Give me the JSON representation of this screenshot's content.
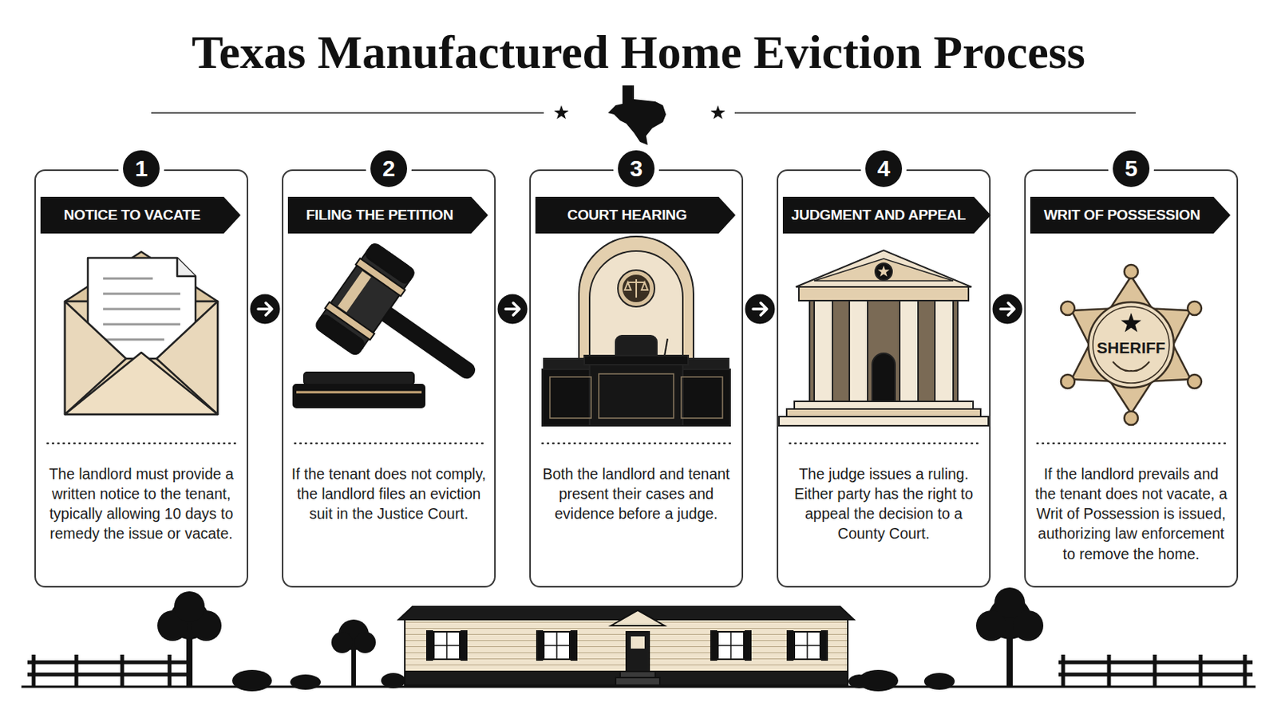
{
  "diagram": {
    "title": "Texas Manufactured Home Eviction Process",
    "nodes": [
      {
        "text": [
          "1",
          "NOTICE TO VACATE",
          "The landlord must provide a written notice to the tenant, typically allowing 10 days to remedy the issue or vacate."
        ]
      },
      {
        "text": [
          "2",
          "FILING THE PETITION",
          "If the tenant does not comply, the landlord files an eviction suit in the Justice Court."
        ]
      },
      {
        "text": [
          "3",
          "COURT HEARING",
          "Both the landlord and tenant present their cases and evidence before a judge."
        ]
      },
      {
        "text": [
          "4",
          "JUDGMENT AND APPEAL",
          "The judge issues a ruling. Either party has the right to appeal the decision to a County Court."
        ]
      },
      {
        "text": [
          "5",
          "WRIT OF POSSESSION",
          "If the landlord prevails and the tenant does not vacate, a Writ of Possession is issued, authorizing law enforcement to remove the home."
        ]
      }
    ],
    "edges": [
      {
        "from": 0,
        "to": 1,
        "arrow": "to"
      },
      {
        "from": 1,
        "to": 2,
        "arrow": "to"
      },
      {
        "from": 2,
        "to": 3,
        "arrow": "to"
      },
      {
        "from": 3,
        "to": 4,
        "arrow": "to"
      }
    ],
    "labels": [
      "SHERIFF"
    ]
  }
}
